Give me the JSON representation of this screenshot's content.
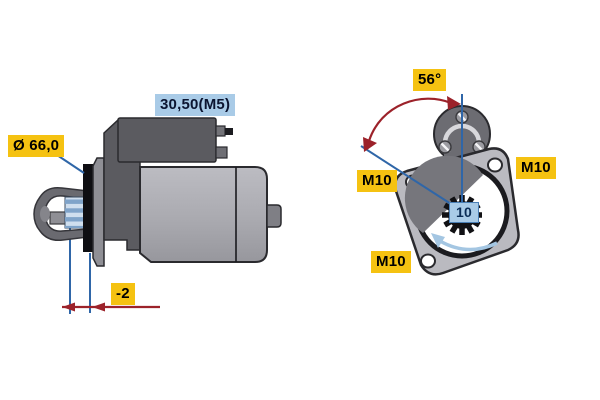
{
  "figure": {
    "side_view": {
      "diameter_label": "Ø 66,0",
      "solenoid_thread_label": "30,50(M5)",
      "pinion_offset_label": "-2"
    },
    "front_view": {
      "rotation_angle_label": "56°",
      "pinion_teeth_label": "10",
      "mounting_hole_labels": [
        "M10",
        "M10",
        "M10"
      ]
    }
  },
  "colors": {
    "background": "#ffffff",
    "label-yellow": "#f5c211",
    "label-blue": "#a9cbe7",
    "line-blue": "#2f66a8",
    "line-red": "#9c222a",
    "arrow-lightblue": "#a4c6e2",
    "metal-dark": "#5b5b60",
    "metal-mid": "#8f8f95",
    "metal-light": "#b4b4ba"
  }
}
